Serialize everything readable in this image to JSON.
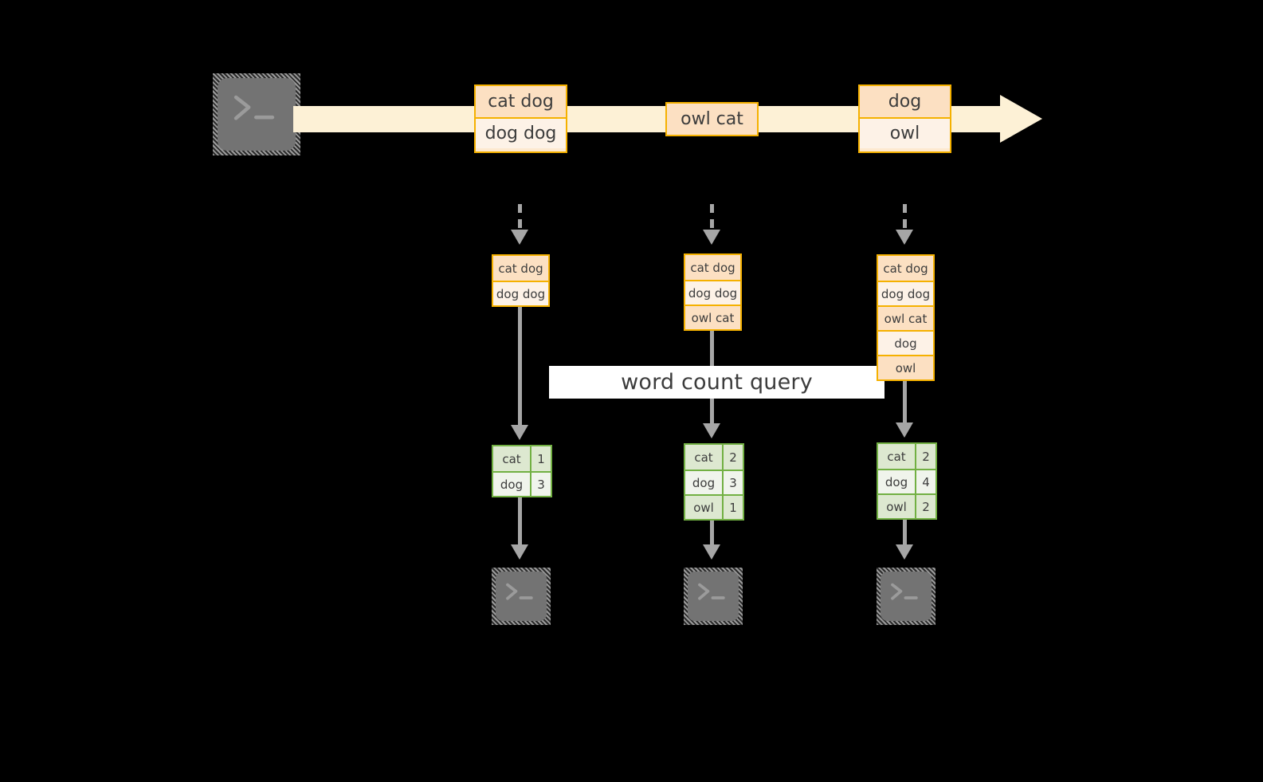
{
  "diagram": {
    "title_banner": "word count query",
    "colors": {
      "stream_band": "#fdf1d6",
      "record_border": "#f5b100",
      "record_shade_dark": "#fce0c2",
      "record_shade_light": "#fdf2e7",
      "table_border": "#72b043",
      "table_shade_dark": "#dde8d0",
      "table_shade_light": "#f0f4ec",
      "connector": "#a6a6a6",
      "terminal_body": "#737373",
      "background": "#000000"
    },
    "source": {
      "icon": "terminal-icon",
      "label": ""
    },
    "stream": {
      "icon": "arrow-right-icon",
      "groups": [
        {
          "records": [
            "cat dog",
            "dog dog"
          ]
        },
        {
          "records": [
            "owl cat"
          ]
        },
        {
          "records": [
            "dog",
            "owl"
          ]
        }
      ]
    },
    "snapshots": [
      {
        "input_icon": "dashed-arrow-down-icon",
        "records": [
          "cat dog",
          "dog dog"
        ],
        "result": {
          "rows": [
            {
              "word": "cat",
              "count": "1"
            },
            {
              "word": "dog",
              "count": "3"
            }
          ]
        },
        "sink_icon": "terminal-icon"
      },
      {
        "input_icon": "dashed-arrow-down-icon",
        "records": [
          "cat dog",
          "dog dog",
          "owl cat"
        ],
        "result": {
          "rows": [
            {
              "word": "cat",
              "count": "2"
            },
            {
              "word": "dog",
              "count": "3"
            },
            {
              "word": "owl",
              "count": "1"
            }
          ]
        },
        "sink_icon": "terminal-icon"
      },
      {
        "input_icon": "dashed-arrow-down-icon",
        "records": [
          "cat dog",
          "dog dog",
          "owl cat",
          "dog",
          "owl"
        ],
        "result": {
          "rows": [
            {
              "word": "cat",
              "count": "2"
            },
            {
              "word": "dog",
              "count": "4"
            },
            {
              "word": "owl",
              "count": "2"
            }
          ]
        },
        "sink_icon": "terminal-icon"
      }
    ]
  }
}
